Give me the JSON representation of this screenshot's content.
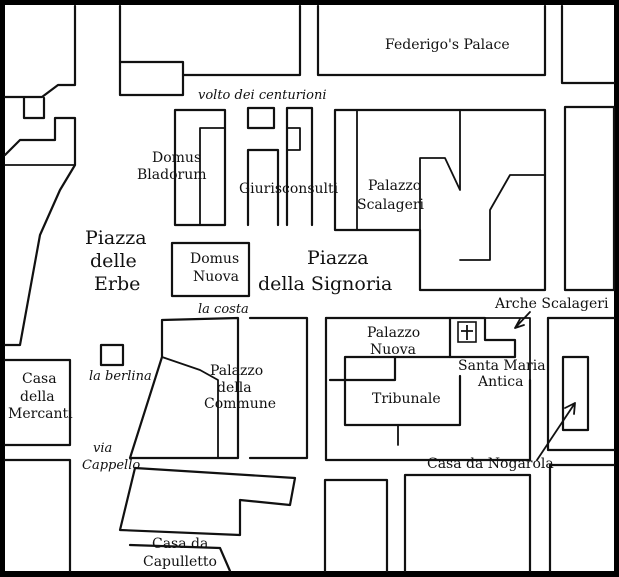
{
  "map": {
    "buildings": {
      "federigo": "Federigo's Palace",
      "domus_bladorum": [
        "Domus",
        "Bladorum"
      ],
      "giurisconsulti": "Giurisconsulti",
      "palazzo_scalageri": [
        "Palazzo",
        "Scalageri"
      ],
      "domus_nuova": [
        "Domus",
        "Nuova"
      ],
      "palazzo_nuova": [
        "Palazzo",
        "Nuova"
      ],
      "arche_scalageri": "Arche Scalageri",
      "santa_maria_antica": [
        "Santa Maria",
        "Antica"
      ],
      "tribunale": "Tribunale",
      "palazzo_commune": [
        "Palazzo",
        "della",
        "Commune"
      ],
      "casa_mercanti": [
        "Casa",
        "della",
        "Mercanti"
      ],
      "casa_nogarola": "Casa da Nogarola",
      "casa_capulletto": [
        "Casa da",
        "Capulletto"
      ],
      "berlina": "la berlina"
    },
    "squares": {
      "erbe": [
        "Piazza",
        "delle",
        "Erbe"
      ],
      "signoria": [
        "Piazza",
        "della Signoria"
      ]
    },
    "streets": {
      "volto": "volto dei centurioni",
      "costa": "la costa",
      "cappello": [
        "via",
        "Cappello"
      ]
    },
    "colors": {
      "ink": "#111111",
      "paper": "#ffffff",
      "frame": "#000000"
    }
  }
}
